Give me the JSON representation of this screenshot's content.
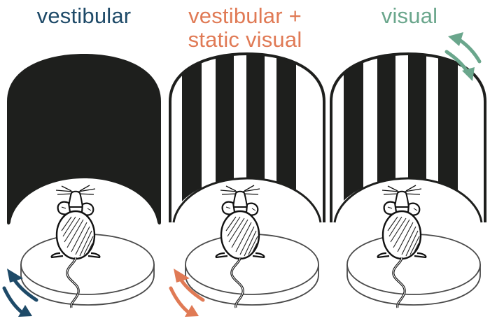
{
  "figure": {
    "panels": [
      {
        "id": "vestibular",
        "title_lines": [
          "vestibular"
        ],
        "color": "#1e4a68",
        "drum": "black",
        "arrow_location": "platform-bottom-left",
        "arrow_semantic": "platform-rotation"
      },
      {
        "id": "vestibular-static-visual",
        "title_lines": [
          "vestibular +",
          "static visual"
        ],
        "color": "#e07a55",
        "drum": "striped",
        "arrow_location": "platform-bottom-left",
        "arrow_semantic": "platform-rotation"
      },
      {
        "id": "visual",
        "title_lines": [
          "visual"
        ],
        "color": "#6aa68c",
        "drum": "striped",
        "arrow_location": "drum-top-right",
        "arrow_semantic": "drum-rotation"
      }
    ],
    "colors": {
      "drum_fill": "#1e1f1d",
      "outline": "#555555",
      "background": "#ffffff"
    }
  }
}
